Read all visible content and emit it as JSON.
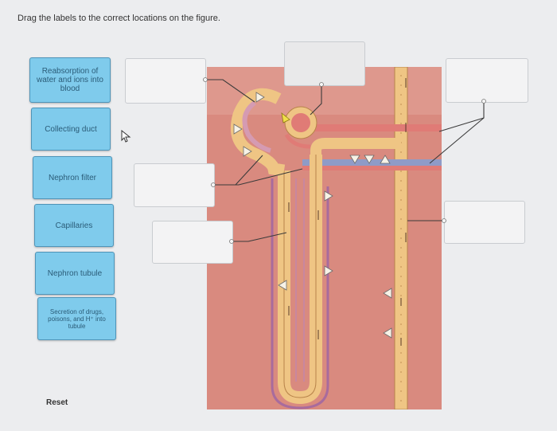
{
  "instruction": "Drag the labels to the correct locations on the figure.",
  "labels": [
    "Reabsorption of water and ions into blood",
    "Collecting duct",
    "Nephron filter",
    "Capillaries",
    "Nephron tubule",
    "Secretion of drugs, poisons, and H⁺ into tubule"
  ],
  "reset_label": "Reset",
  "colors": {
    "label_fill": "#7fcbec",
    "label_border": "#4f94b8",
    "figure_background": "#d98a7f",
    "tubule": "#efc584",
    "artery": "#e07b76",
    "vein": "#8f9bc7"
  },
  "icons": [
    "cursor-icon",
    "arrow-icon"
  ]
}
